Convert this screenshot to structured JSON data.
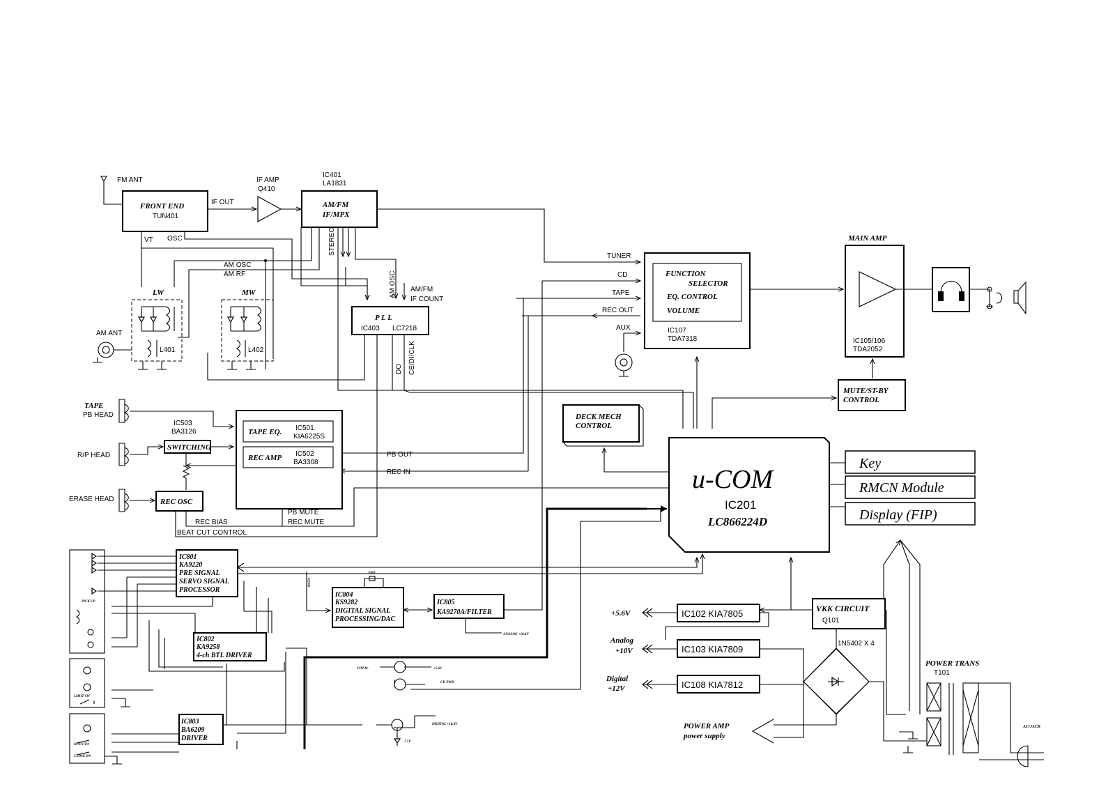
{
  "tuner": {
    "fm_ant": "FM ANT",
    "front_end_title": "FRONT END",
    "front_end_part": "TUN401",
    "if_out": "IF OUT",
    "vt": "VT",
    "osc": "OSC",
    "if_amp_title": "IF AMP",
    "if_amp_part": "Q410",
    "ic401_ref": "IC401",
    "ic401_part": "LA1831",
    "amfm_line1": "AM/FM",
    "amfm_line2": "IF/MPX",
    "stereo": "STEREO",
    "am_osc_label": "AM OSC",
    "am_rf_label": "AM RF",
    "am_osc_vertical": "AM OSC",
    "amfm_count_line1": "AM/FM",
    "amfm_count_line2": "IF COUNT",
    "pll_title": "P L L",
    "pll_ref": "IC403",
    "pll_part": "LC7218",
    "do_label": "DO",
    "ce_label": "CE/DI/CLK",
    "lw": "LW",
    "mw": "MW",
    "l401": "L401",
    "l402": "L402",
    "am_ant": "AM ANT"
  },
  "function_selector": {
    "input_tuner": "TUNER",
    "input_cd": "CD",
    "input_tape": "TAPE",
    "rec_out": "REC OUT",
    "input_aux": "AUX",
    "line1": "FUNCTION",
    "line2": "SELECTOR",
    "line3": "EQ. CONTROL",
    "line4": "VOLUME",
    "ref": "IC107",
    "part": "TDA7318"
  },
  "main_amp": {
    "title": "MAIN AMP",
    "ref": "IC105/106",
    "part": "TDA2052",
    "mute_line1": "MUTE/ST-BY",
    "mute_line2": "CONTROL"
  },
  "tape": {
    "tape_label": "TAPE",
    "pb_head": "PB HEAD",
    "rp_head": "R/P HEAD",
    "erase_head": "ERASE HEAD",
    "ic503_ref": "IC503",
    "ic503_part": "BA3126",
    "switching": "SWITCHING",
    "rec_osc": "REC OSC",
    "tape_eq": "TAPE EQ.",
    "ic501_ref": "IC501",
    "ic501_part": "KIA6225S",
    "rec_amp": "REC AMP",
    "ic502_ref": "IC502",
    "ic502_part": "BA3308",
    "pb_out": "PB OUT",
    "rec_in": "REC IN",
    "pb_mute": "PB MUTE",
    "rec_mute": "REC MUTE",
    "rec_bias": "REC BIAS",
    "beat_cut": "BEAT CUT CONTROL"
  },
  "deck": {
    "line1": "DECK MECH",
    "line2": "CONTROL"
  },
  "ucom": {
    "title": "u-COM",
    "ref": "IC201",
    "part": "LC866224D"
  },
  "side_panels": {
    "key": "Key",
    "rmcn": "RMCN Module",
    "display": "Display (FIP)"
  },
  "cd": {
    "ic801_ref": "IC801",
    "ic801_part": "KA9220",
    "ic801_l1": "PRE SIGNAL",
    "ic801_l2": "SERVO SIGNAL",
    "ic801_l3": "PROCESSOR",
    "ic802_ref": "IC802",
    "ic802_part": "KA9258",
    "ic802_l1": "4-ch BTL DRIVER",
    "ic803_ref": "IC803",
    "ic803_part": "BA6209",
    "ic803_l1": "DRIVER",
    "ic804_ref": "IC804",
    "ic804_part": "KS9282",
    "ic804_l1": "DIGITAL SIGNAL",
    "ic804_l2": "PROCESSING/DAC",
    "ic805_ref": "IC805",
    "ic805_l1": "KA9270A/FILTER",
    "analog_rail": "ANALOG +10.4V",
    "digital_rail": "DIGITAL +10.4V",
    "cd_pwr": "CD PWR",
    "cdp_bat": "CDP B+",
    "rail_56": "+5.6V",
    "data": "DATA",
    "pickup": "PICK UP",
    "limit_sw": "LIMIT SW",
    "open_sw": "OPEN SW",
    "close_sw": "CLOSE SW",
    "crystal": "X801",
    "zener": "7.5V"
  },
  "power": {
    "v56": "+5.6V",
    "analog_l1": "Analog",
    "analog_l2": "+10V",
    "digital_l1": "Digital",
    "digital_l2": "+12V",
    "reg1": "IC102   KIA7805",
    "reg2": "IC103   KIA7809",
    "reg3": "IC108   KIA7812",
    "vkk_title": "VKK CIRCUIT",
    "vkk_part": "Q101",
    "diodes": "1N5402  X  4",
    "trans_title": "POWER TRANS",
    "trans_part": "T101",
    "ac_jack": "AC-JACK",
    "amp_supply_l1": "POWER AMP",
    "amp_supply_l2": "power supply"
  }
}
